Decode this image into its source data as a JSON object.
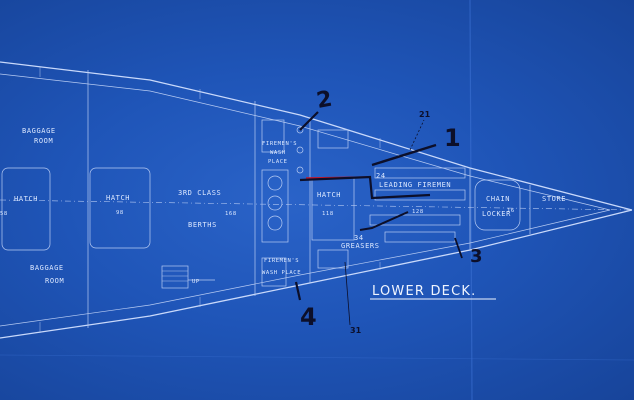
{
  "drawing_title": "LOWER DECK.",
  "rooms": {
    "baggage_top": [
      "BAGGAGE",
      "ROOM"
    ],
    "baggage_bottom": [
      "BAGGAGE",
      "ROOM"
    ],
    "hatch_left": "HATCH",
    "hatch_left_num": "58",
    "hatch_mid": "HATCH",
    "hatch_mid_num": "98",
    "third_class": "3RD CLASS",
    "third_class_num": "168",
    "berths": "BERTHS",
    "firemen_wash_top": [
      "FIREMEN'S",
      "WASH",
      "PLACE"
    ],
    "firemen_wash_bottom": [
      "FIREMEN'S",
      "WASH PLACE"
    ],
    "hatch_fwd": "HATCH",
    "hatch_fwd_num": "118",
    "leading_firemen_count": "24",
    "leading_firemen": "LEADING FIREMEN",
    "room_128": "128",
    "greasers_count": "34",
    "greasers": "GREASERS",
    "chain_locker": [
      "CHAIN",
      "LOCKER"
    ],
    "chain_locker_num": "16",
    "store": "STORE",
    "stair_label": "UP"
  },
  "annotations": {
    "n1": "1",
    "n2": "2",
    "n3": "3",
    "n4": "4",
    "n21": "21",
    "n31": "31"
  },
  "colors": {
    "paper": "#1f55b8",
    "line": "#c9d9fb",
    "ink_black": "#0c0f2a",
    "ink_red": "#c0162a"
  }
}
